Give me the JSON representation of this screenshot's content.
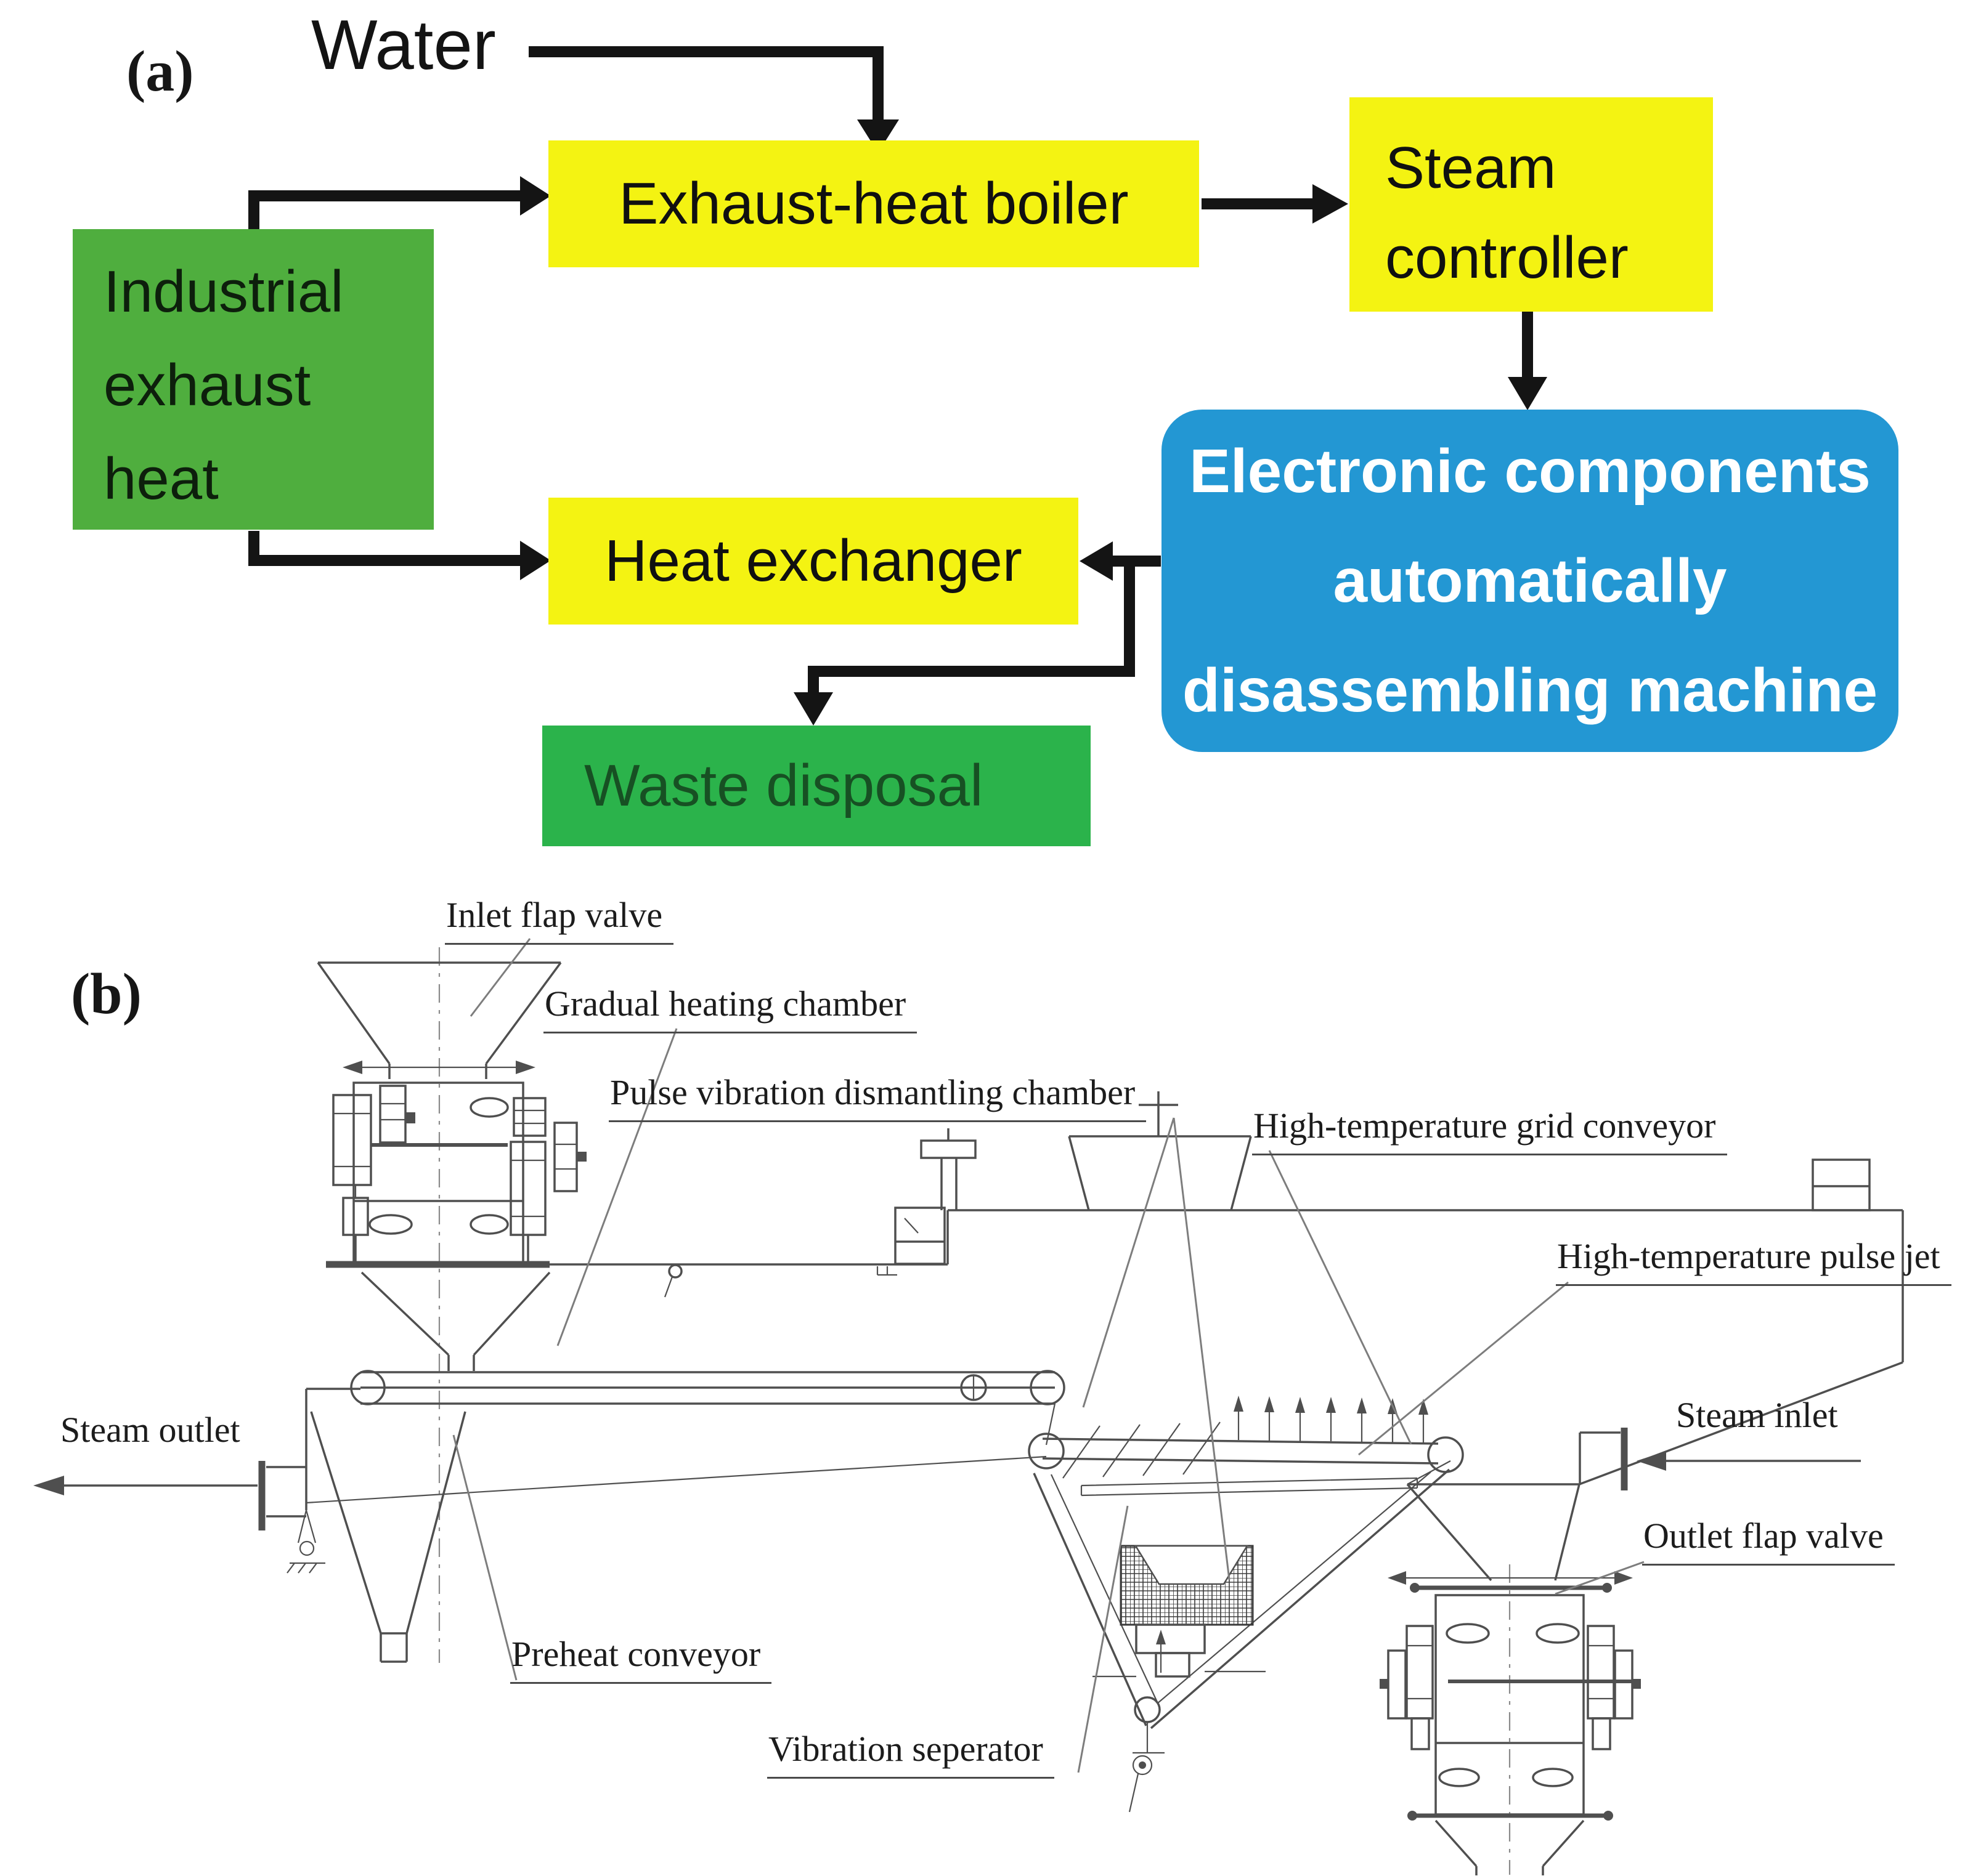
{
  "colors": {
    "yellow": "#f4f312",
    "green_dark": "#4fae3e",
    "green_bright": "#2bb34b",
    "blue": "#2397d3",
    "arrow_black": "#141414",
    "drawing_line": "#4f4f4f"
  },
  "panel_a": {
    "tag": "(a)",
    "water_label": "Water",
    "industrial_box": {
      "line1": "Industrial",
      "line2": "exhaust",
      "line3": "heat"
    },
    "boiler_box": {
      "label": "Exhaust-heat boiler"
    },
    "steam_controller_box": {
      "line1": "Steam",
      "line2": "controller"
    },
    "machine_box": {
      "line1": "Electronic components",
      "line2": "automatically",
      "line3": "disassembling machine"
    },
    "heat_exchanger_box": {
      "label": "Heat exchanger"
    },
    "waste_box": {
      "label": "Waste disposal"
    }
  },
  "panel_b": {
    "tag": "(b)",
    "labels": {
      "inlet_flap_valve": "Inlet flap valve",
      "gradual_heating_chamber": "Gradual heating chamber",
      "pulse_vibration_chamber": "Pulse vibration dismantling chamber",
      "grid_conveyor": "High-temperature grid conveyor",
      "pulse_jet": "High-temperature pulse jet",
      "steam_outlet": "Steam outlet",
      "steam_inlet": "Steam inlet",
      "preheat_conveyor": "Preheat conveyor",
      "vibration_separator": "Vibration seperator",
      "outlet_flap_valve": "Outlet flap valve"
    }
  }
}
